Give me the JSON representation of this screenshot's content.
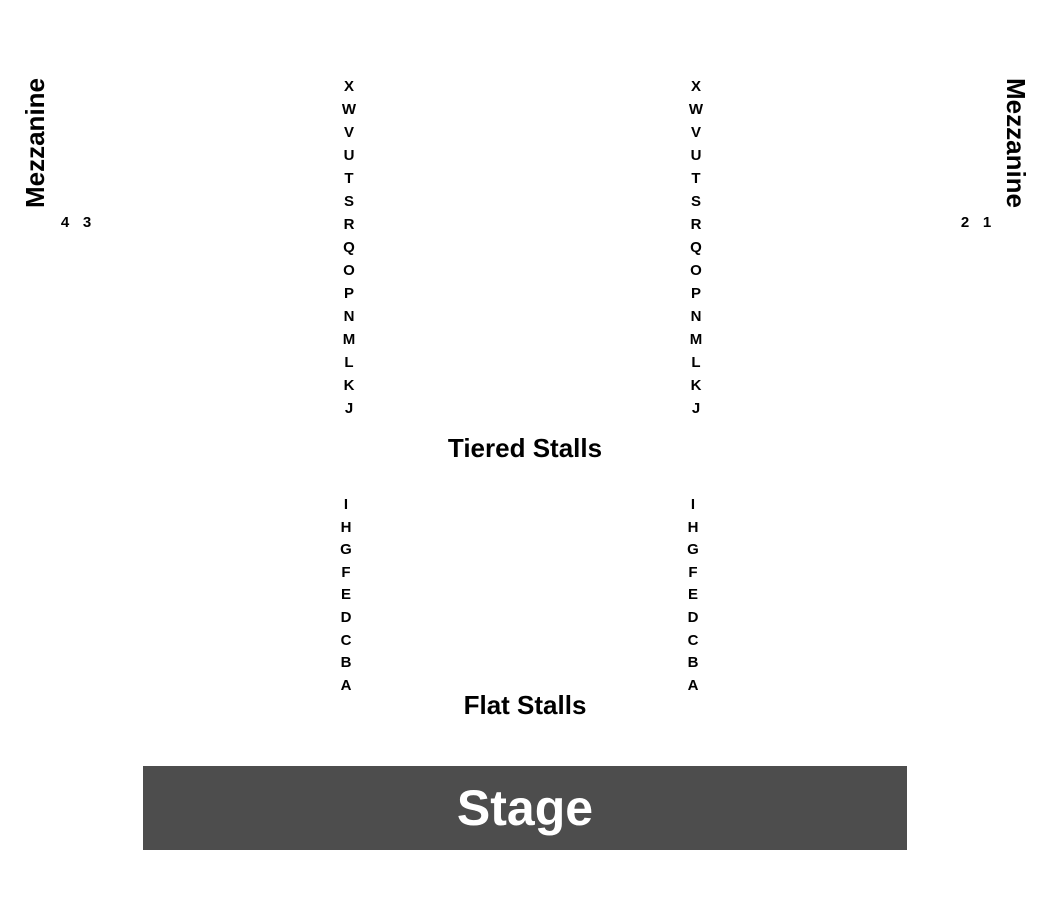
{
  "sections": {
    "mezzanine_left": "Mezzanine",
    "mezzanine_right": "Mezzanine",
    "tiered_stalls": "Tiered Stalls",
    "flat_stalls": "Flat Stalls",
    "stage": "Stage"
  },
  "boxes": {
    "left": [
      "4",
      "3"
    ],
    "right": [
      "2",
      "1"
    ]
  },
  "tiered_rows": [
    "X",
    "W",
    "V",
    "U",
    "T",
    "S",
    "R",
    "Q",
    "O",
    "P",
    "N",
    "M",
    "L",
    "K",
    "J"
  ],
  "flat_rows": [
    "I",
    "H",
    "G",
    "F",
    "E",
    "D",
    "C",
    "B",
    "A"
  ],
  "colors": {
    "stage_fill": "#4d4d4d",
    "stage_text": "#ffffff",
    "text": "#000000"
  }
}
